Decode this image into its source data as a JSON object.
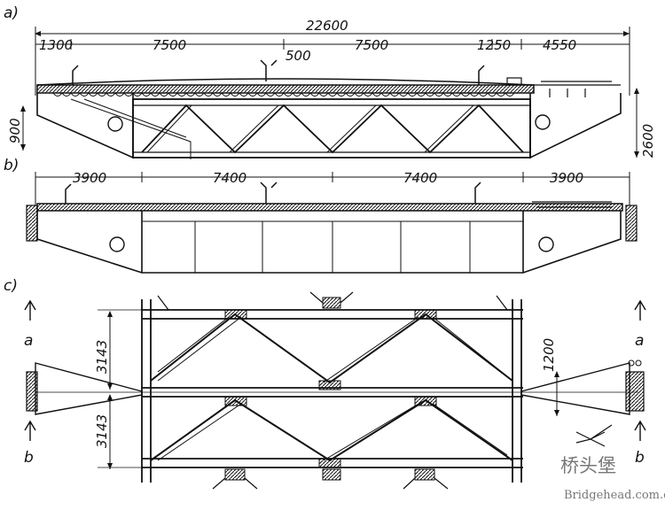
{
  "view_labels": {
    "a": "a)",
    "b": "b)",
    "c": "c)"
  },
  "view_a": {
    "total": "22600",
    "top_dims": [
      "1300",
      "7500",
      "7500",
      "1250",
      "4550"
    ],
    "mid_dim": "500",
    "side_left": "900",
    "side_right": "2600"
  },
  "view_b": {
    "dims": [
      "3900",
      "7400",
      "7400",
      "3900"
    ]
  },
  "view_c": {
    "left_dims": [
      "3143",
      "3143"
    ],
    "right_dim": "1200",
    "section_marks": [
      "a",
      "b",
      "a",
      "b"
    ]
  },
  "watermark": {
    "logo": "桥头堡",
    "site": "Bridgehead.com.cn"
  }
}
